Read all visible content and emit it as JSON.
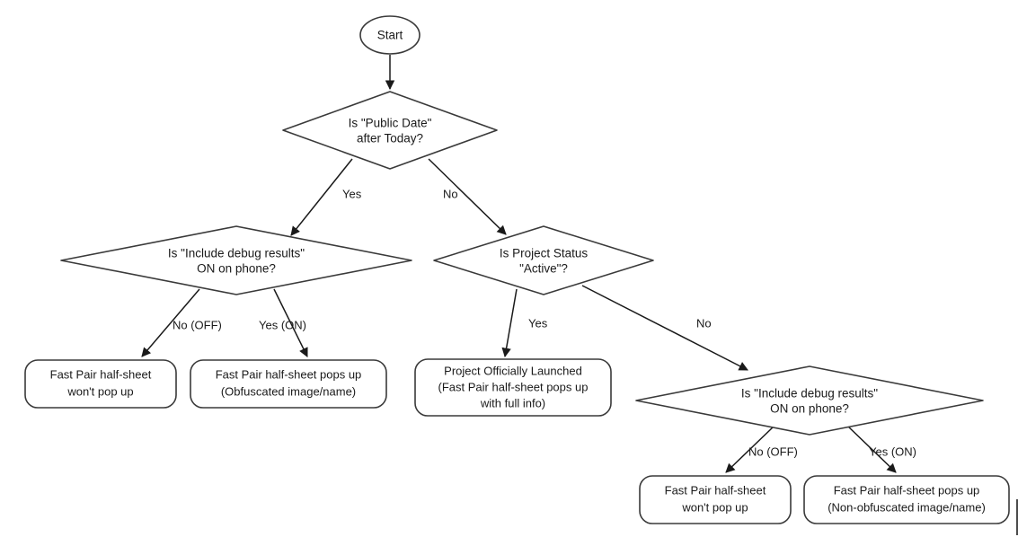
{
  "diagram": {
    "title": "Fast Pair half-sheet visibility decision flow",
    "type": "flowchart",
    "colors": {
      "background": "#ffffff",
      "shape_stroke": "#3a3a3a",
      "edge_stroke": "#1a1a1a",
      "text": "#1a1a1a"
    },
    "nodes": {
      "start": {
        "shape": "ellipse",
        "label": "Start"
      },
      "public_date": {
        "shape": "diamond",
        "line1": "Is \"Public Date\"",
        "line2": "after Today?"
      },
      "debug_left": {
        "shape": "diamond",
        "line1": "Is \"Include debug results\"",
        "line2": "ON on phone?"
      },
      "project_status": {
        "shape": "diamond",
        "line1": "Is Project Status",
        "line2": "\"Active\"?"
      },
      "debug_right": {
        "shape": "diamond",
        "line1": "Is \"Include debug results\"",
        "line2": "ON on phone?"
      },
      "result_no_popup_left": {
        "shape": "rounded-rect",
        "line1": "Fast Pair half-sheet",
        "line2": "won't pop up"
      },
      "result_obfuscated": {
        "shape": "rounded-rect",
        "line1": "Fast Pair half-sheet pops up",
        "line2": "(Obfuscated image/name)"
      },
      "result_launched": {
        "shape": "rounded-rect",
        "line1": "Project Officially Launched",
        "line2": "(Fast Pair half-sheet pops up",
        "line3": "with full info)"
      },
      "result_no_popup_right": {
        "shape": "rounded-rect",
        "line1": "Fast Pair half-sheet",
        "line2": "won't pop up"
      },
      "result_non_obfuscated": {
        "shape": "rounded-rect",
        "line1": "Fast Pair half-sheet pops up",
        "line2": "(Non-obfuscated image/name)"
      }
    },
    "edges": [
      {
        "id": "start-to-public-date",
        "from": "start",
        "to": "public_date",
        "label": ""
      },
      {
        "id": "public-date-yes",
        "from": "public_date",
        "to": "debug_left",
        "label": "Yes"
      },
      {
        "id": "public-date-no",
        "from": "public_date",
        "to": "project_status",
        "label": "No"
      },
      {
        "id": "debug-left-no",
        "from": "debug_left",
        "to": "result_no_popup_left",
        "label": "No (OFF)"
      },
      {
        "id": "debug-left-yes",
        "from": "debug_left",
        "to": "result_obfuscated",
        "label": "Yes (ON)"
      },
      {
        "id": "project-status-yes",
        "from": "project_status",
        "to": "result_launched",
        "label": "Yes"
      },
      {
        "id": "project-status-no",
        "from": "project_status",
        "to": "debug_right",
        "label": "No"
      },
      {
        "id": "debug-right-no",
        "from": "debug_right",
        "to": "result_no_popup_right",
        "label": "No (OFF)"
      },
      {
        "id": "debug-right-yes",
        "from": "debug_right",
        "to": "result_non_obfuscated",
        "label": "Yes (ON)"
      }
    ]
  }
}
